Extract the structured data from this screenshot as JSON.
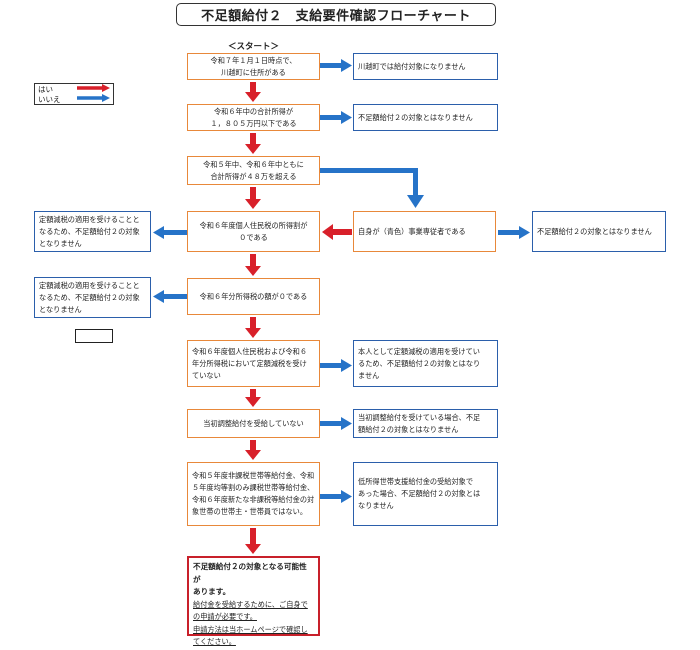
{
  "title": "不足額給付２　支給要件確認フローチャート",
  "start_label": "＜スタート＞",
  "legend": {
    "yes": {
      "label": "はい",
      "color": "#d8202a"
    },
    "no": {
      "label": "いいえ",
      "color": "#2673c8"
    }
  },
  "colors": {
    "orange_border": "#e8883a",
    "blue_border": "#2b5fab",
    "red_border": "#c8202a"
  },
  "steps": {
    "q1": [
      "令和７年１月１日時点で、",
      "川越町に住所がある"
    ],
    "q2": [
      "令和６年中の合計所得が",
      "１，８０５万円以下である"
    ],
    "q3": [
      "令和５年中、令和６年中ともに",
      "合計所得が４８万を超える"
    ],
    "q4": [
      "令和６年度個人住民税の所得割が",
      "０である"
    ],
    "q4b": [
      "自身が（青色）事業専従者である"
    ],
    "q5": [
      "令和６年分所得税の額が０である"
    ],
    "q6": [
      "令和６年度個人住民税および令和６",
      "年分所得税において定額減税を受け",
      "ていない"
    ],
    "q7": [
      "当初調整給付を受給していない"
    ],
    "q8": [
      "令和５年度非課税世帯等給付金、令和",
      "５年度均等割のみ課税世帯等給付金、",
      "令和６年度新たな非課税等給付金の対",
      "象世帯の世帯主・世帯員ではない。"
    ]
  },
  "results": {
    "r1": [
      "川越町では給付対象になりません"
    ],
    "r2": [
      "不足額給付２の対象とはなりません"
    ],
    "r3": [
      "不足額給付２の対象とはなりません"
    ],
    "r4": [
      "定額減税の適用を受けることと",
      "なるため、不足額給付２の対象",
      "となりません"
    ],
    "r5": [
      "定額減税の適用を受けることと",
      "なるため、不足額給付２の対象",
      "となりません"
    ],
    "r6": [
      "本人として定額減税の適用を受けてい",
      "るため、不足額給付２の対象とはなり",
      "ません"
    ],
    "r7": [
      "当初調整給付を受けている場合、不足",
      "額給付２の対象とはなりません"
    ],
    "r8": [
      "低所得世帯支援給付金の受給対象で",
      "あった場合、不足額給付２の対象とは",
      "なりません"
    ]
  },
  "final": {
    "heading": [
      "不足額給付２の対象となる可能性が",
      "あります。"
    ],
    "note1": [
      "給付金を受給するために、ご自身で",
      "の申請が必要です。"
    ],
    "note2": [
      "申請方法は当ホームページで確認し",
      "てください。"
    ]
  }
}
